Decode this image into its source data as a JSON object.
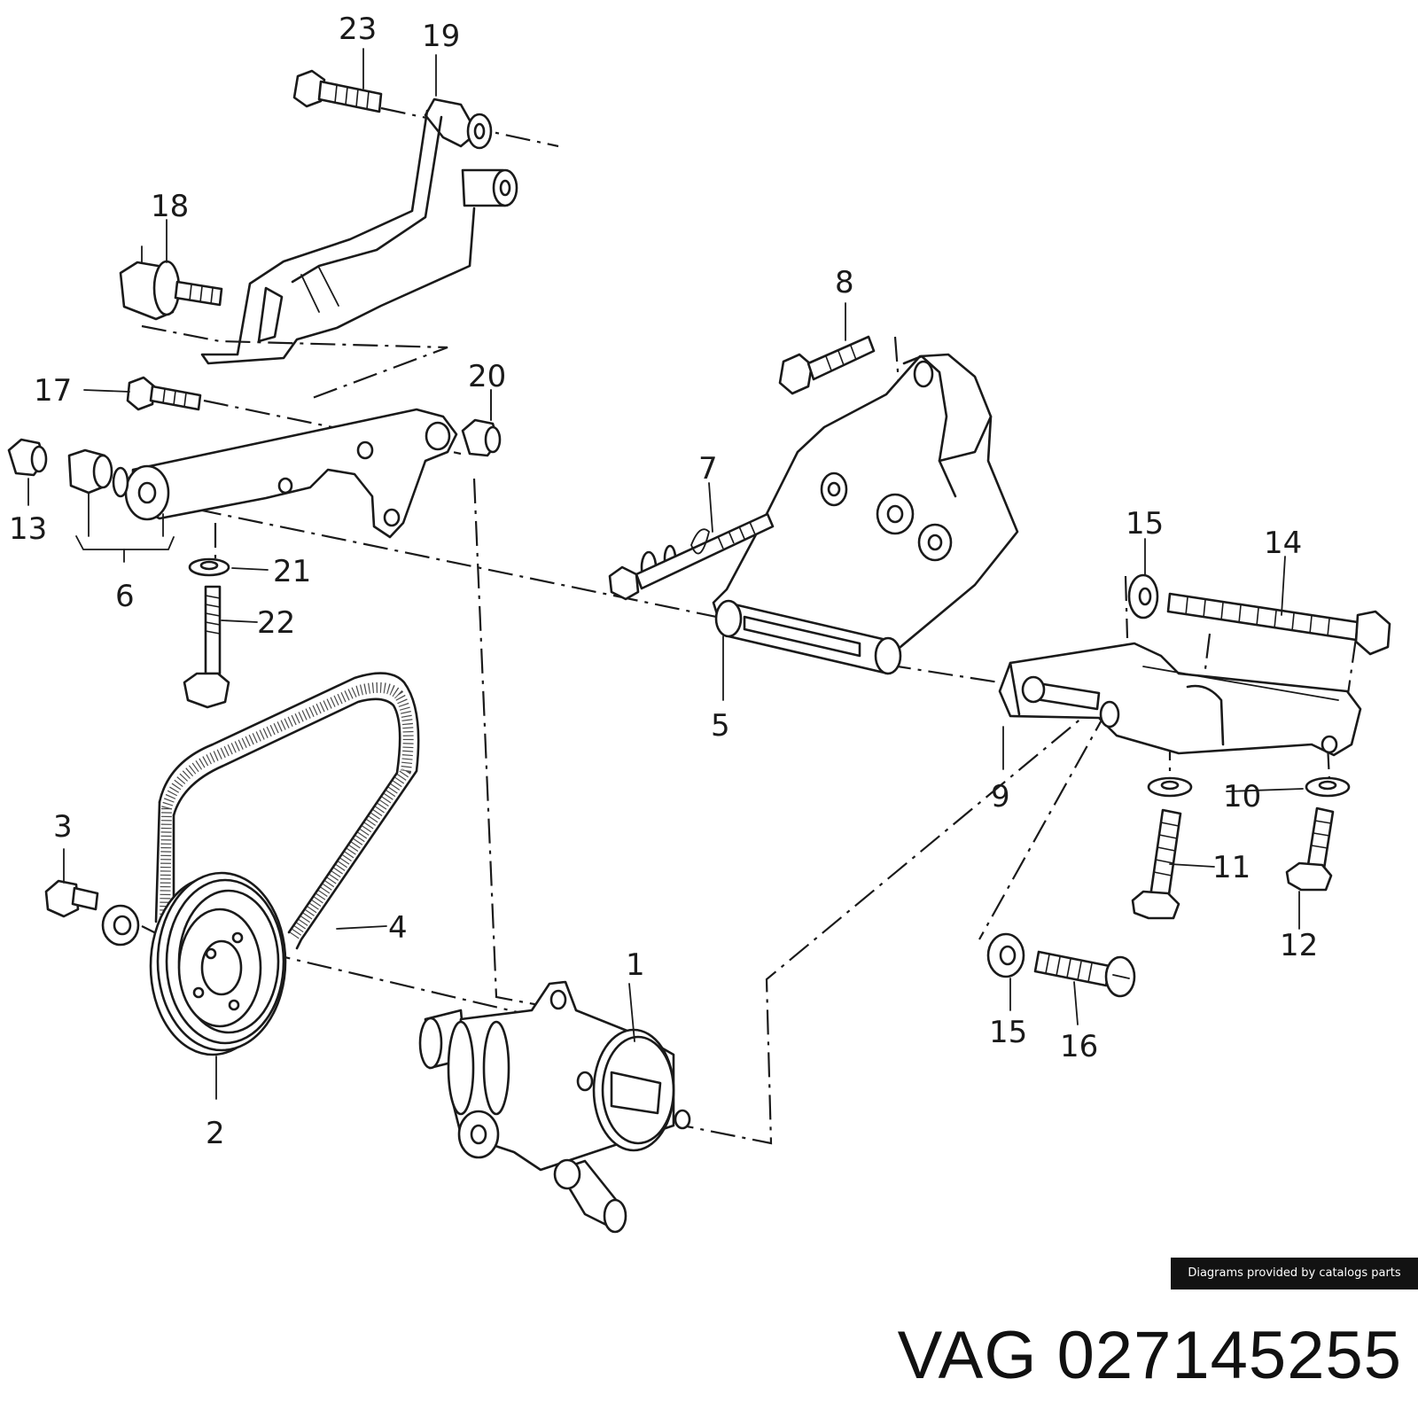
{
  "callouts": {
    "n1": "1",
    "n2": "2",
    "n3": "3",
    "n4": "4",
    "n5": "5",
    "n6": "6",
    "n7": "7",
    "n8": "8",
    "n9": "9",
    "n10": "10",
    "n11": "11",
    "n12": "12",
    "n13": "13",
    "n14": "14",
    "n15a": "15",
    "n15b": "15",
    "n16": "16",
    "n17": "17",
    "n18": "18",
    "n19": "19",
    "n20": "20",
    "n21": "21",
    "n22": "22",
    "n23": "23"
  },
  "credit": "Diagrams provided by catalogs parts",
  "part_label": "VAG 027145255",
  "colors": {
    "ink": "#1a1a1a",
    "background": "#ffffff",
    "credit_bg": "#121212",
    "credit_text": "#ffffff"
  }
}
